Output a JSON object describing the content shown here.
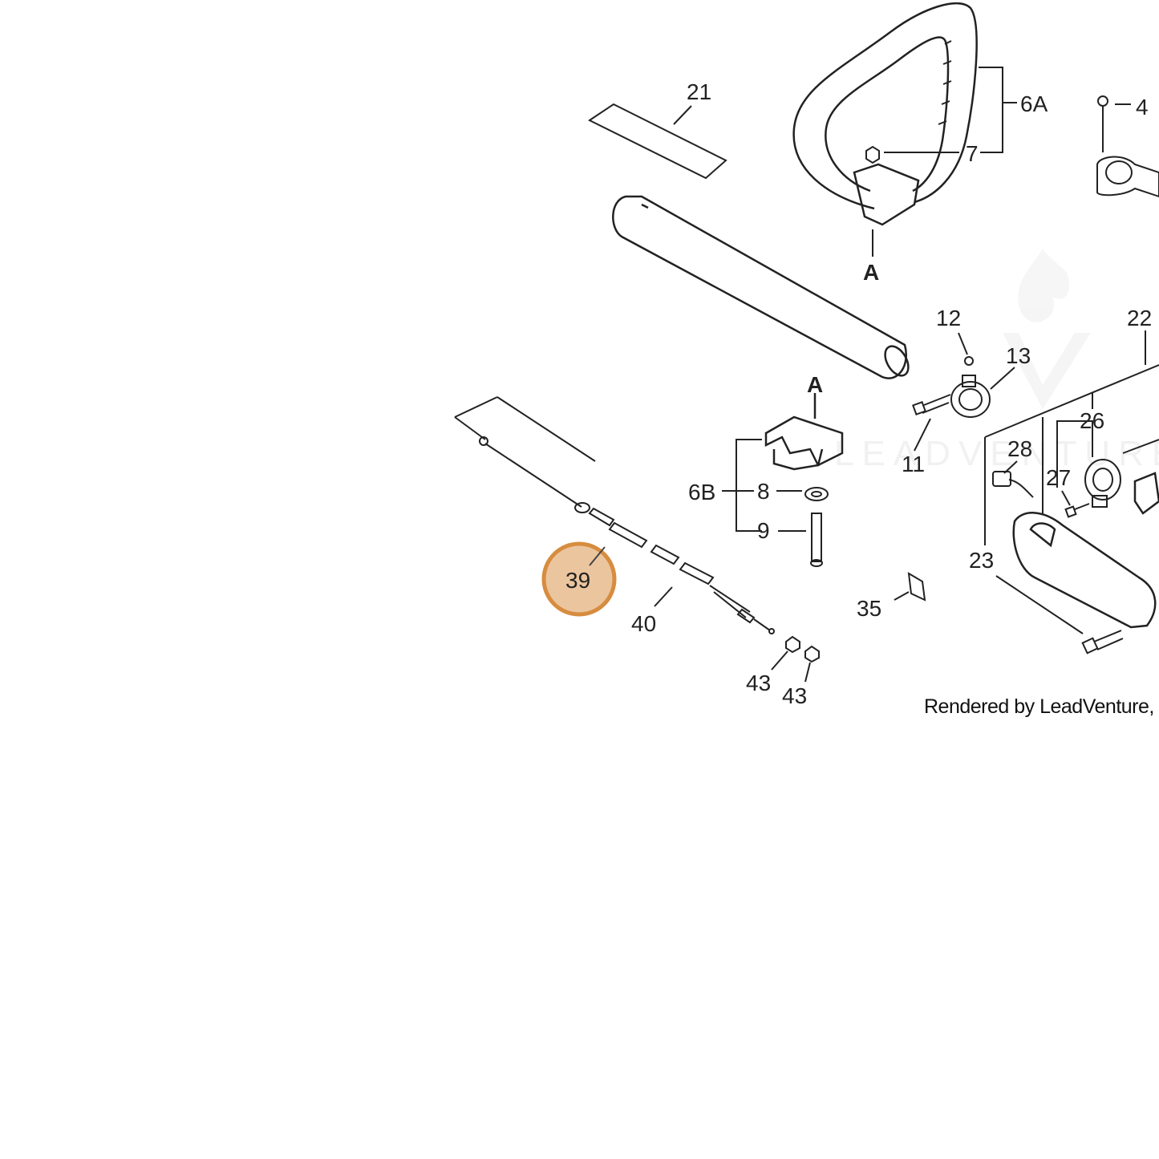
{
  "diagram": {
    "highlight_color": "#d3802a",
    "highlight_fill": "#e9bf94",
    "highlighted_part": "39",
    "labels": {
      "p21": "21",
      "p6a": "6A",
      "p7": "7",
      "p4": "4",
      "refA_top": "A",
      "p12": "12",
      "p13": "13",
      "p22": "22",
      "p11": "11",
      "refA_mid": "A",
      "p6b": "6B",
      "p8": "8",
      "p9": "9",
      "p26": "26",
      "p28": "28",
      "p27": "27",
      "p23": "23",
      "p35": "35",
      "p39": "39",
      "p40": "40",
      "p43a": "43",
      "p43b": "43"
    },
    "credit": "Rendered by LeadVenture, Inc",
    "watermark": "LEADVENTURE"
  }
}
